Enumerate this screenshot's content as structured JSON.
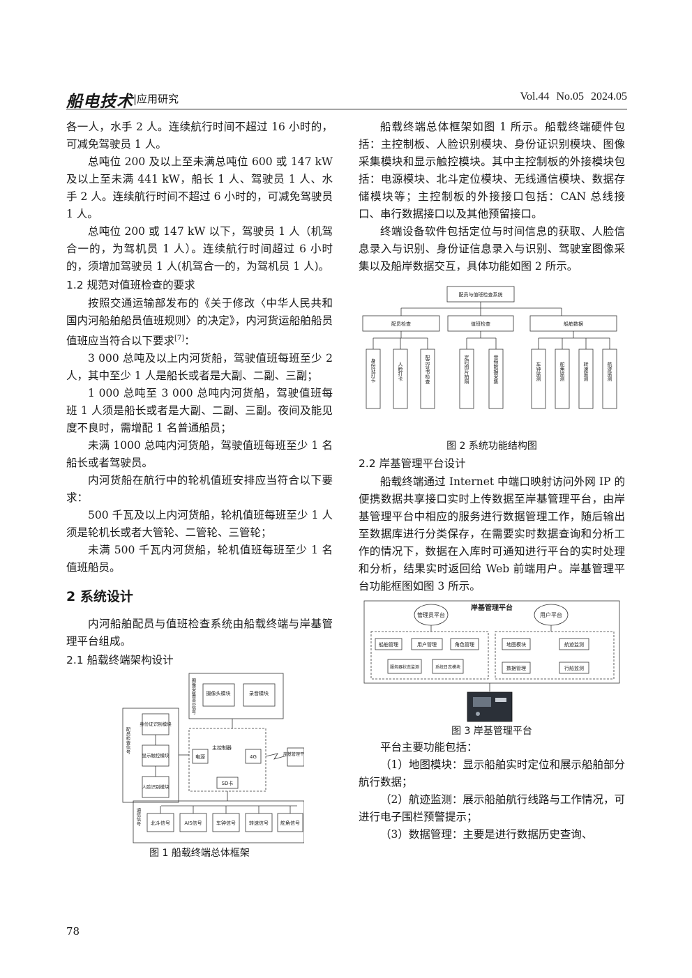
{
  "header": {
    "brand": "船电技术",
    "section": "|应用研究",
    "issue": "Vol.44   No.05   2024.05"
  },
  "left": {
    "p1": "各一人，水手 2 人。连续航行时间不超过 16 小时的，可减免驾驶员 1 人。",
    "p2": "总吨位 200 及以上至未满总吨位 600 或 147 kW 及以上至未满 441 kW，船长 1 人、驾驶员 1 人、水手 2 人。连续航行时间不超过 6 小时的，可减免驾驶员 1 人。",
    "p3": "总吨位 200 或 147 kW 以下，驾驶员 1 人（机驾合一的，为驾机员 1 人）。连续航行时间超过 6 小时的，须增加驾驶员 1 人(机驾合一的，为驾机员 1 人)。",
    "h_1_2": "1.2   规范对值班检查的要求",
    "p4": "按照交通运输部发布的《关于修改〈中华人民共和国内河船舶船员值班规则〉的决定》，内河货运船舶船员值班应当符合以下要求",
    "p4_ref": "[7]",
    "p4_end": "：",
    "p5": "3 000 总吨及以上内河货船，驾驶值班每班至少 2 人，其中至少 1 人是船长或者是大副、二副、三副；",
    "p6": "1 000 总吨至 3 000 总吨内河货船，驾驶值班每班 1 人须是船长或者是大副、二副、三副。夜间及能见度不良时，需增配 1 名普通船员；",
    "p7": "未满 1000 总吨内河货船，驾驶值班每班至少 1 名船长或者驾驶员。",
    "p8": "内河货船在航行中的轮机值班安排应当符合以下要求：",
    "p9": "500 千瓦及以上内河货船，轮机值班每班至少 1 人须是轮机长或者大管轮、二管轮、三管轮；",
    "p10": "未满 500 千瓦内河货船，轮机值班每班至少 1 名值班船员。",
    "h_2": "2    系统设计",
    "p11": "内河船舶配员与值班检查系统由船载终端与岸基管理平台组成。",
    "h_2_1": "2.1 船载终端架构设计",
    "fig1_caption": "图 1  船载终端总体框架"
  },
  "fig1": {
    "group_top": "图像采集显示信号",
    "group_left": "配员检查信号",
    "group_bottom": "通信信号",
    "camera": "摄像头模块",
    "recorder": "录音模块",
    "idcard": "身份证识别模块",
    "touch": "显示触控模块",
    "face": "人脸识别模块",
    "mainctrl": "主控制器",
    "power": "电源",
    "g4": "4G",
    "sd": "SD卡",
    "shore": "岸基管理平台",
    "sig_bd": "北斗信号",
    "sig_ais": "AIS信号",
    "sig_clock": "车钟信号",
    "sig_speed": "转速信号",
    "sig_rudder": "舵角信号"
  },
  "right": {
    "p1": "船载终端总体框架如图 1 所示。船载终端硬件包括：主控制板、人脸识别模块、身份证识别模块、图像采集模块和显示触控模块。其中主控制板的外接模块包括：电源模块、北斗定位模块、无线通信模块、数据存储模块等；主控制板的外接接口包括：CAN 总线接口、串行数据接口以及其他预留接口。",
    "p2": "终端设备软件包括定位与时间信息的获取、人脸信息录入与识别、身份证信息录入与识别、驾驶室图像采集以及船岸数据交互，具体功能如图 2 所示。",
    "fig2_caption": "图 2 系统功能结构图",
    "h_2_2": "2.2  岸基管理平台设计",
    "p3": "船载终端通过 Internet 中端口映射访问外网 IP 的便携数据共享接口实时上传数据至岸基管理平台，由岸基管理平台中相应的服务进行数据管理工作，随后输出至数据库进行分类保存，在需要实时数据查询和分析工作的情况下，数据在入库时可通知进行平台的实时处理和分析，结果实时返回给 Web 前端用户。岸基管理平台功能框图如图 3 所示。",
    "fig3_caption": "图 3  岸基管理平台",
    "p4": "平台主要功能包括：",
    "p5": "（1）地图模块：显示船舶实时定位和展示船舶部分航行数据；",
    "p6": "（2）航迹监测：展示船舶航行线路与工作情况，可进行电子围栏预警提示；",
    "p7": "（3）数据管理：主要是进行数据历史查询、"
  },
  "fig2": {
    "root": "配员与值班检查系统",
    "b1": "配员检查",
    "b2": "值班检查",
    "b3": "船舶数据",
    "l1": "身份证打卡",
    "l2": "人脸打卡",
    "l3": "配员证书检查",
    "l4": "定时图片拍照",
    "l5": "音频数据采集",
    "l6": "车钟监测",
    "l7": "舵角监测",
    "l8": "转速监测",
    "l9": "航迹监测"
  },
  "fig3": {
    "title": "岸基管理平台",
    "admin": "管理员平台",
    "user": "用户平台",
    "m1": "船舶管理",
    "m2": "用户管理",
    "m3": "角色管理",
    "m4": "服务器状态监测",
    "m5": "系统日志模块",
    "m6": "地图模块",
    "m7": "航迹监测",
    "m8": "数据管理",
    "m9": "行船监测"
  },
  "page_number": "78"
}
